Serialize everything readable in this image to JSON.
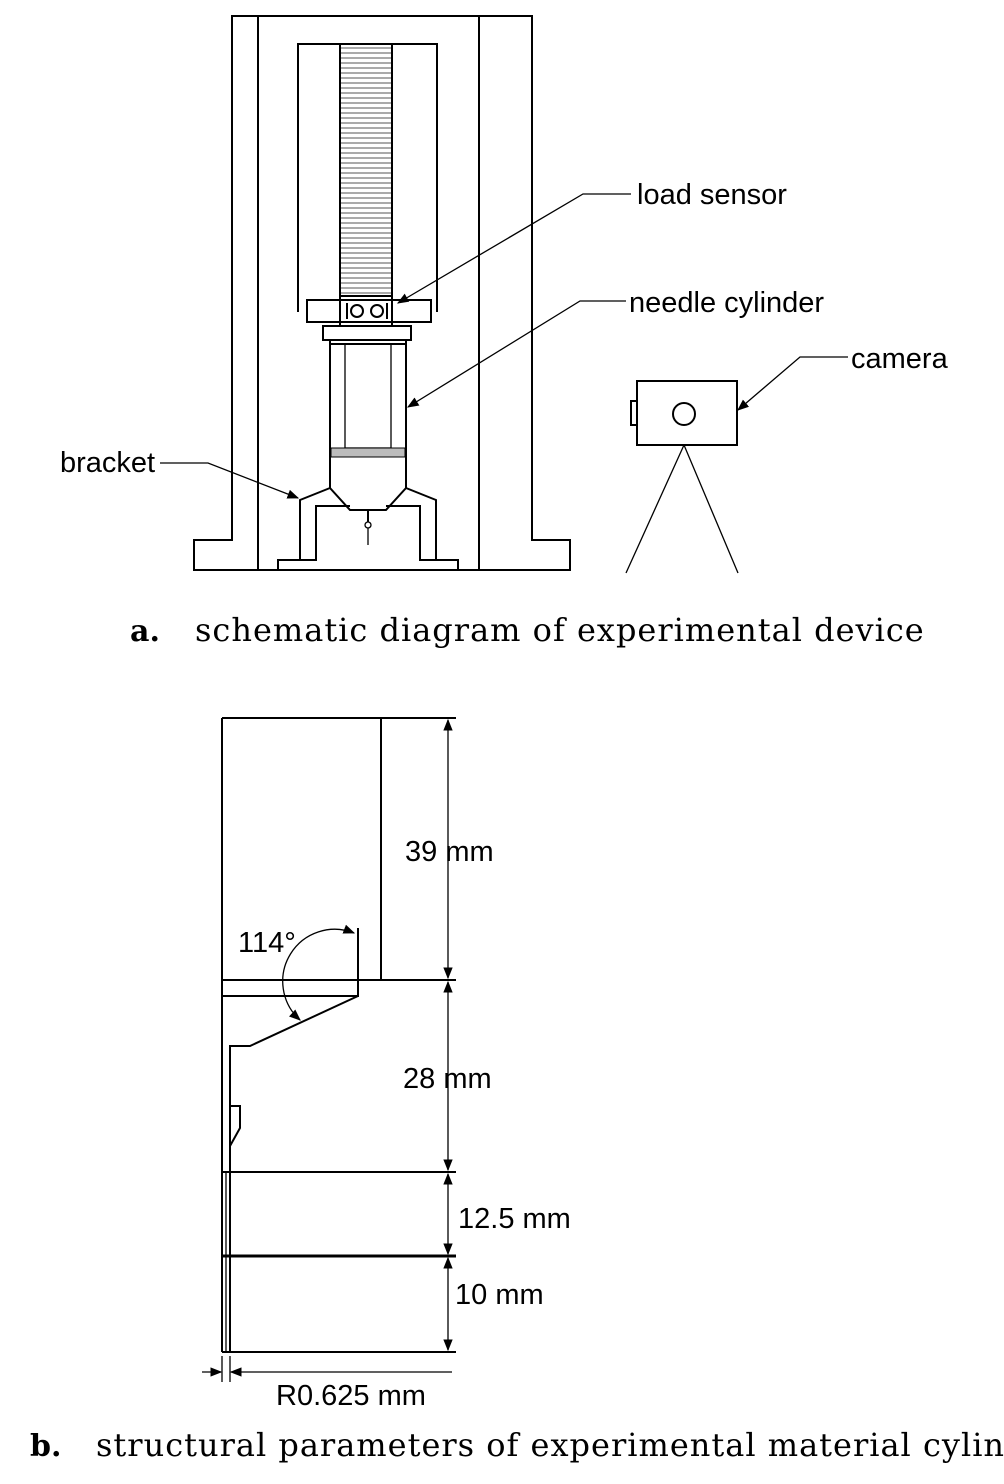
{
  "panel_a": {
    "labels": {
      "load_sensor": "load sensor",
      "needle_cylinder": "needle cylinder",
      "camera": "camera",
      "bracket": "bracket"
    },
    "caption_letter": "a.",
    "caption_text": "schematic diagram of experimental device"
  },
  "panel_b": {
    "dimensions": {
      "d1": "39 mm",
      "d2": "28 mm",
      "d3": "12.5 mm",
      "d4": "10 mm",
      "radius": "R0.625 mm",
      "angle": "114°"
    },
    "caption_letter": "b.",
    "caption_text": "structural parameters of experimental material cylinder"
  }
}
